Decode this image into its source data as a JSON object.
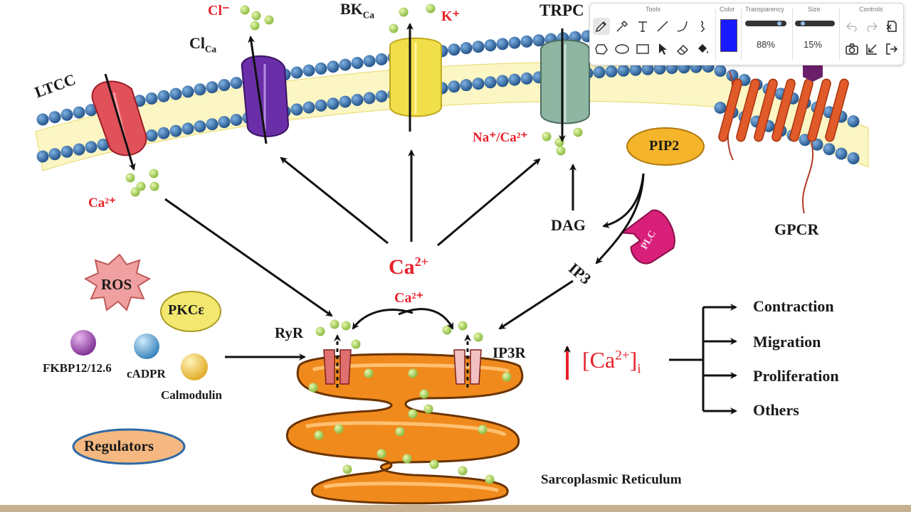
{
  "diagram": {
    "channels": {
      "ltcc": "LTCC",
      "clca_main": "Cl",
      "clca_sub": "Ca",
      "cl_ion": "Cl⁻",
      "bkca_main": "BK",
      "bkca_sub": "Ca",
      "k_ion": "K⁺",
      "trpc": "TRPC",
      "na_ca": "Na⁺/Ca²⁺",
      "pip2": "PIP2",
      "gpcr": "GPCR"
    },
    "signals": {
      "ca_ltcc": "Ca²⁺",
      "ca_center_main": "Ca",
      "ca_center_sup": "2+",
      "ca_small": "Ca²⁺",
      "dag": "DAG",
      "ip3": "IP3",
      "plc": "PLC"
    },
    "regulators": {
      "ros": "ROS",
      "pkce": "PKCε",
      "fkbp": "FKBP12/12.6",
      "cadpr": "cADPR",
      "calmodulin": "Calmodulin",
      "regulators": "Regulators"
    },
    "sr": {
      "ryr": "RyR",
      "ip3r": "IP3R",
      "sarcoplasmic": "Sarcoplasmic Reticulum"
    },
    "outcomes": {
      "ca_i_main": "[Ca",
      "ca_i_sup": "2+",
      "ca_i_close": "]",
      "ca_i_sub": "i",
      "items": [
        "Contraction",
        "Migration",
        "Proliferation",
        "Others"
      ]
    },
    "colors": {
      "membrane_bead": "#2e6aa6",
      "tail": "#e8d85a",
      "ltcc": "#e0515a",
      "clca": "#6a2fa8",
      "bkca": "#f0df4a",
      "trpc": "#8fb5a3",
      "pip2": "#f5b52a",
      "gpcr": "#e05a2a",
      "plc": "#d8207a",
      "sr": "#f08a1c",
      "ca_dot": "#a8d060",
      "ros": "#f08a8a",
      "pkce": "#f2e870",
      "fkbp": "#a050b0",
      "cadpr": "#5aa8d8",
      "calmodulin": "#f5d040",
      "regulators": "#f5b880",
      "label_red": "#e8202a"
    }
  },
  "toolbar": {
    "sections": {
      "tools": "Tools",
      "color": "Color",
      "transparency": "Transparency",
      "size": "Size",
      "controls": "Controls"
    },
    "transparency_value": "88%",
    "transparency_level": 0.88,
    "size_value": "15%",
    "size_level": 0.15,
    "current_color": "#1a1aff"
  }
}
